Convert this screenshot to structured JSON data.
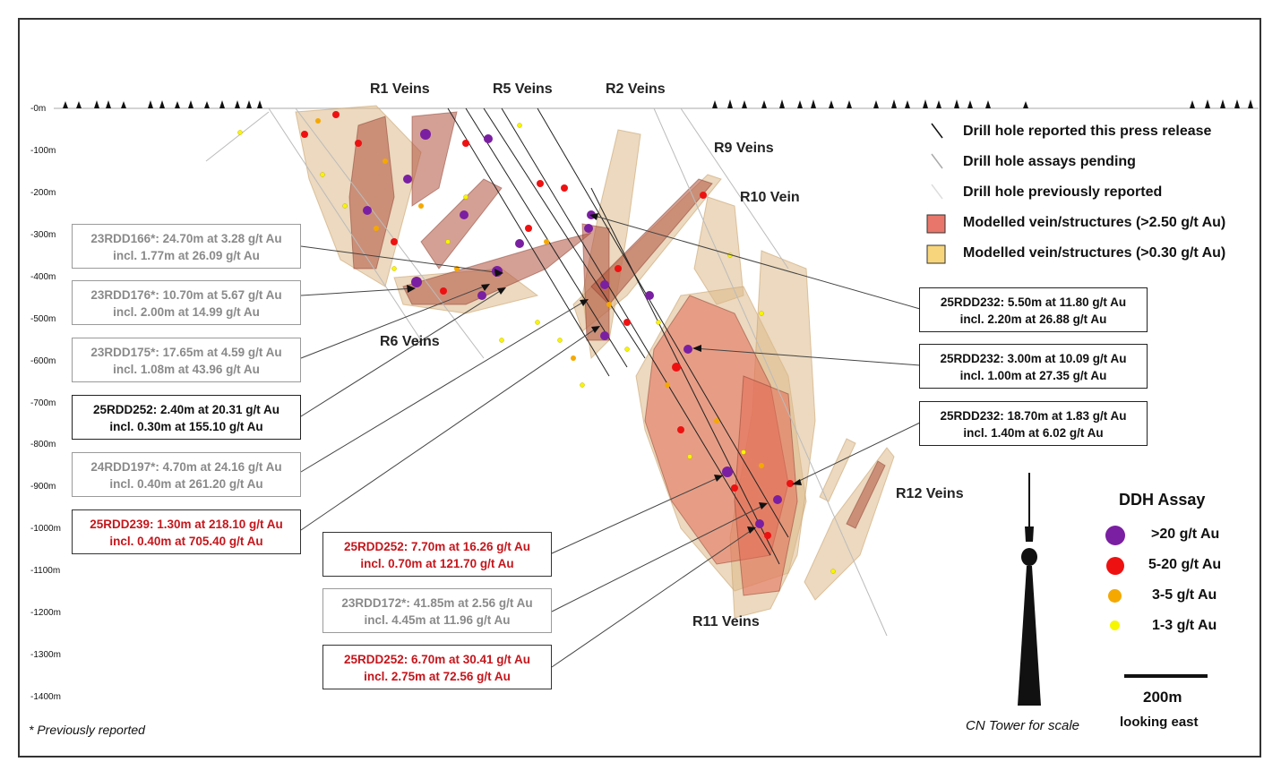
{
  "depth_labels": [
    "-0m",
    "-100m",
    "-200m",
    "-300m",
    "-400m",
    "-500m",
    "-600m",
    "-700m",
    "-800m",
    "-900m",
    "-1000m",
    "-1100m",
    "-1200m",
    "-1300m",
    "-1400m"
  ],
  "vein_labels": {
    "r1": "R1 Veins",
    "r5": "R5 Veins",
    "r2": "R2 Veins",
    "r9": "R9 Veins",
    "r10": "R10 Vein",
    "r6": "R6 Veins",
    "r12": "R12 Veins",
    "r11": "R11 Veins"
  },
  "legend": {
    "reported": "Drill hole reported this press release",
    "pending": "Drill hole assays pending",
    "previous": "Drill hole previously reported",
    "high_grade": "Modelled vein/structures (>2.50 g/t Au)",
    "low_grade": "Modelled vein/structures (>0.30 g/t Au)",
    "high_grade_color": "#e8766a",
    "low_grade_color": "#f7d57c"
  },
  "ddh_assay": {
    "title": "DDH Assay",
    "items": [
      {
        "label": ">20 g/t Au",
        "color": "#7a1fa2"
      },
      {
        "label": "5-20 g/t Au",
        "color": "#ee1111"
      },
      {
        "label": "3-5 g/t Au",
        "color": "#f5a800"
      },
      {
        "label": "1-3 g/t Au",
        "color": "#f6f600"
      }
    ]
  },
  "callouts": [
    {
      "line1": "23RDD166*: 24.70m at 3.28 g/t Au",
      "line2": "incl. 1.77m at 26.09 g/t Au",
      "style": "grey"
    },
    {
      "line1": "23RDD176*: 10.70m at 5.67 g/t Au",
      "line2": "incl. 2.00m at 14.99 g/t Au",
      "style": "grey"
    },
    {
      "line1": "23RDD175*: 17.65m at 4.59 g/t Au",
      "line2": "incl. 1.08m at 43.96 g/t Au",
      "style": "grey"
    },
    {
      "line1": "25RDD252: 2.40m at 20.31 g/t Au",
      "line2": "incl. 0.30m at 155.10 g/t Au",
      "style": "black"
    },
    {
      "line1": "24RDD197*: 4.70m at 24.16 g/t Au",
      "line2": "incl. 0.40m at 261.20 g/t Au",
      "style": "grey"
    },
    {
      "line1": "25RDD239: 1.30m at 218.10 g/t Au",
      "line2": "incl. 0.40m at 705.40 g/t Au",
      "style": "red"
    },
    {
      "line1": "25RDD252: 7.70m at 16.26 g/t Au",
      "line2": "incl. 0.70m at 121.70 g/t Au",
      "style": "red"
    },
    {
      "line1": "23RDD172*: 41.85m at 2.56 g/t Au",
      "line2": "incl. 4.45m at 11.96 g/t Au",
      "style": "grey"
    },
    {
      "line1": "25RDD252: 6.70m at 30.41 g/t Au",
      "line2": "incl. 2.75m at 72.56 g/t Au",
      "style": "red"
    },
    {
      "line1": "25RDD232: 5.50m at 11.80 g/t Au",
      "line2": "incl. 2.20m at 26.88 g/t Au",
      "style": "black"
    },
    {
      "line1": "25RDD232: 3.00m at 10.09 g/t Au",
      "line2": "incl. 1.00m at 27.35 g/t Au",
      "style": "black"
    },
    {
      "line1": "25RDD232: 18.70m at 1.83 g/t Au",
      "line2": "incl. 1.40m at 6.02 g/t Au",
      "style": "black"
    }
  ],
  "footnote": "* Previously reported",
  "cn_tower_caption": "CN Tower for scale",
  "scale_bar": {
    "label": "200m",
    "direction": "looking east"
  }
}
